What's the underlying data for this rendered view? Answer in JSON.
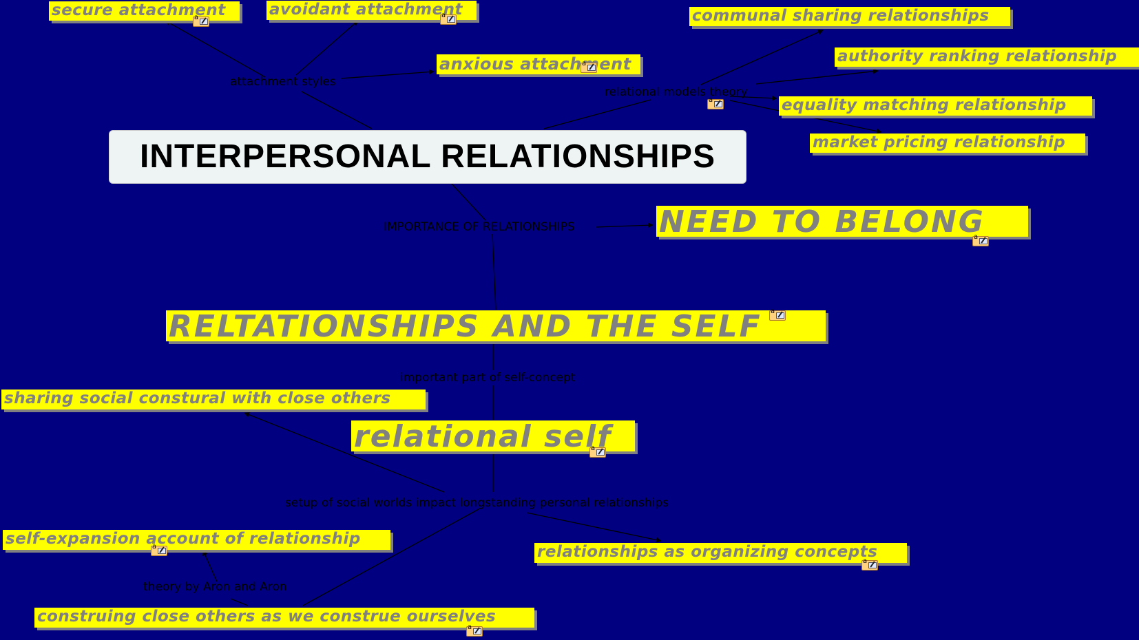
{
  "central_topic": "INTERPERSONAL RELATIONSHIPS",
  "topics": {
    "secure_attachment": "secure attachment",
    "avoidant_attachment": "avoidant attachment",
    "anxious_attachment": "anxious attachment",
    "communal_sharing": "communal sharing relationships",
    "authority_ranking": "authority ranking relationship",
    "equality_matching": "equality matching relationship",
    "market_pricing": "market pricing relationship",
    "need_to_belong": "NEED TO BELONG",
    "relationships_and_self": "RELTATIONSHIPS AND THE SELF",
    "sharing_social": "sharing social constural with close others",
    "relational_self": "relational self",
    "self_expansion": "self-expansion account of relationship",
    "organizing_concepts": "relationships as organizing concepts",
    "construing_close_others": "construing close others as we construe ourselves"
  },
  "link_labels": {
    "attachment_styles": "attachment styles",
    "relational_models_theory": "relational models theory",
    "importance": "IMPORTANCE OF RELATIONSHIPS",
    "self_concept": "important part of self-concept",
    "social_worlds": "setup of social worlds impact longstanding personal relationships",
    "aron": "theory by Aron and Aron"
  },
  "colors": {
    "background": "#000080",
    "topic_fill": "#ffff00",
    "topic_text": "#808080",
    "central_fill": "#eef4f4",
    "link_line": "#000000"
  },
  "icons": {
    "note": "note-icon"
  }
}
